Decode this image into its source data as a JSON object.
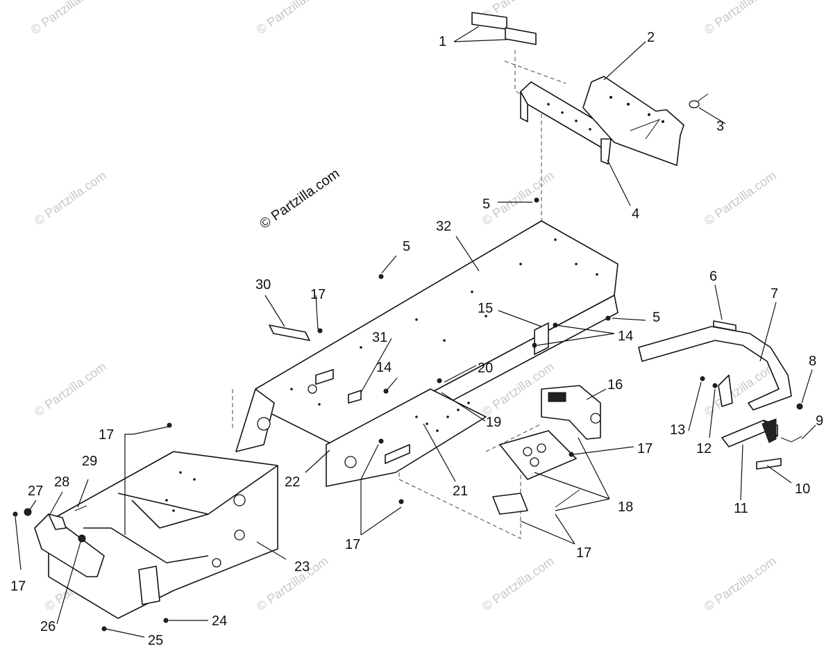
{
  "watermark": {
    "main": "© Partzilla.com",
    "repeat": "© Partzilla.com"
  },
  "callouts": [
    {
      "id": "c1",
      "label": "1"
    },
    {
      "id": "c2",
      "label": "2"
    },
    {
      "id": "c3",
      "label": "3"
    },
    {
      "id": "c4",
      "label": "4"
    },
    {
      "id": "c5a",
      "label": "5"
    },
    {
      "id": "c5b",
      "label": "5"
    },
    {
      "id": "c5c",
      "label": "5"
    },
    {
      "id": "c6",
      "label": "6"
    },
    {
      "id": "c7",
      "label": "7"
    },
    {
      "id": "c8",
      "label": "8"
    },
    {
      "id": "c9",
      "label": "9"
    },
    {
      "id": "c10",
      "label": "10"
    },
    {
      "id": "c11",
      "label": "11"
    },
    {
      "id": "c12",
      "label": "12"
    },
    {
      "id": "c13",
      "label": "13"
    },
    {
      "id": "c14a",
      "label": "14"
    },
    {
      "id": "c14b",
      "label": "14"
    },
    {
      "id": "c15",
      "label": "15"
    },
    {
      "id": "c16",
      "label": "16"
    },
    {
      "id": "c17a",
      "label": "17"
    },
    {
      "id": "c17b",
      "label": "17"
    },
    {
      "id": "c17c",
      "label": "17"
    },
    {
      "id": "c17d",
      "label": "17"
    },
    {
      "id": "c17e",
      "label": "17"
    },
    {
      "id": "c17f",
      "label": "17"
    },
    {
      "id": "c18",
      "label": "18"
    },
    {
      "id": "c19",
      "label": "19"
    },
    {
      "id": "c20",
      "label": "20"
    },
    {
      "id": "c21",
      "label": "21"
    },
    {
      "id": "c22",
      "label": "22"
    },
    {
      "id": "c23",
      "label": "23"
    },
    {
      "id": "c24",
      "label": "24"
    },
    {
      "id": "c25",
      "label": "25"
    },
    {
      "id": "c26",
      "label": "26"
    },
    {
      "id": "c27",
      "label": "27"
    },
    {
      "id": "c28",
      "label": "28"
    },
    {
      "id": "c29",
      "label": "29"
    },
    {
      "id": "c30",
      "label": "30"
    },
    {
      "id": "c31",
      "label": "31"
    },
    {
      "id": "c32",
      "label": "32"
    }
  ]
}
